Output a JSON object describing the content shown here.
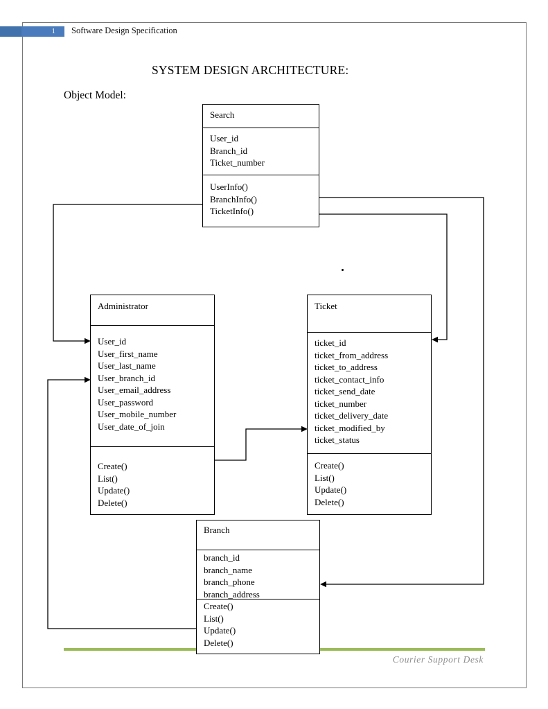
{
  "page": {
    "header": {
      "page_number": "1",
      "document_title": "Software Design Specification"
    },
    "body": {
      "heading": "SYSTEM DESIGN ARCHITECTURE:",
      "subheading": "Object Model:"
    },
    "footer": {
      "brand": "Courier Support Desk"
    }
  },
  "diagram": {
    "type": "uml-class-diagram",
    "classes": [
      {
        "name": "Search",
        "attributes": [
          "User_id",
          "Branch_id",
          "Ticket_number"
        ],
        "methods": [
          "UserInfo()",
          "BranchInfo()",
          "TicketInfo()"
        ]
      },
      {
        "name": "Administrator",
        "attributes": [
          "User_id",
          "User_first_name",
          "User_last_name",
          "User_branch_id",
          "User_email_address",
          "User_password",
          "User_mobile_number",
          "User_date_of_join"
        ],
        "methods": [
          "Create()",
          "List()",
          "Update()",
          "Delete()"
        ]
      },
      {
        "name": "Ticket",
        "attributes": [
          "ticket_id",
          "ticket_from_address",
          "ticket_to_address",
          "ticket_contact_info",
          "ticket_send_date",
          "ticket_number",
          "ticket_delivery_date",
          "ticket_modified_by",
          "ticket_status"
        ],
        "methods": [
          "Create()",
          "List()",
          "Update()",
          "Delete()"
        ]
      },
      {
        "name": "Branch",
        "attributes": [
          "branch_id",
          "branch_name",
          "branch_phone",
          "branch_address"
        ],
        "methods": [
          "Create()",
          "List()",
          "Update()",
          "Delete()"
        ]
      }
    ],
    "connectors": [
      {
        "from": "Search",
        "to": "Administrator",
        "arrow_at": "Administrator User_id"
      },
      {
        "from": "Search",
        "to": "Ticket",
        "arrow_at": "Ticket ticket_id"
      },
      {
        "from": "Search",
        "to": "Branch",
        "arrow_at": "Branch branch_address"
      },
      {
        "from": "Administrator",
        "to": "Ticket",
        "arrow_at": "Ticket ticket_modified_by"
      },
      {
        "from": "Branch",
        "to": "Administrator",
        "arrow_at": "Administrator User_branch_id"
      }
    ]
  },
  "colors": {
    "header_bar_blue": "#4a7bbc",
    "footer_line_green": "#9bbb59",
    "footer_text_gray": "#8f8f8f",
    "diagram_line_black": "#000000"
  }
}
